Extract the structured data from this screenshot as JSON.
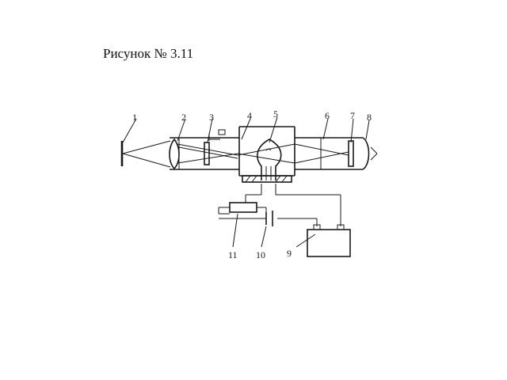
{
  "caption": "Рисунок № 3.11",
  "labels": {
    "l1": "1",
    "l2": "2",
    "l3": "3",
    "l4": "4",
    "l5": "5",
    "l6": "6",
    "l7": "7",
    "l8": "8",
    "l9": "9",
    "l10": "10",
    "l11": "11"
  }
}
